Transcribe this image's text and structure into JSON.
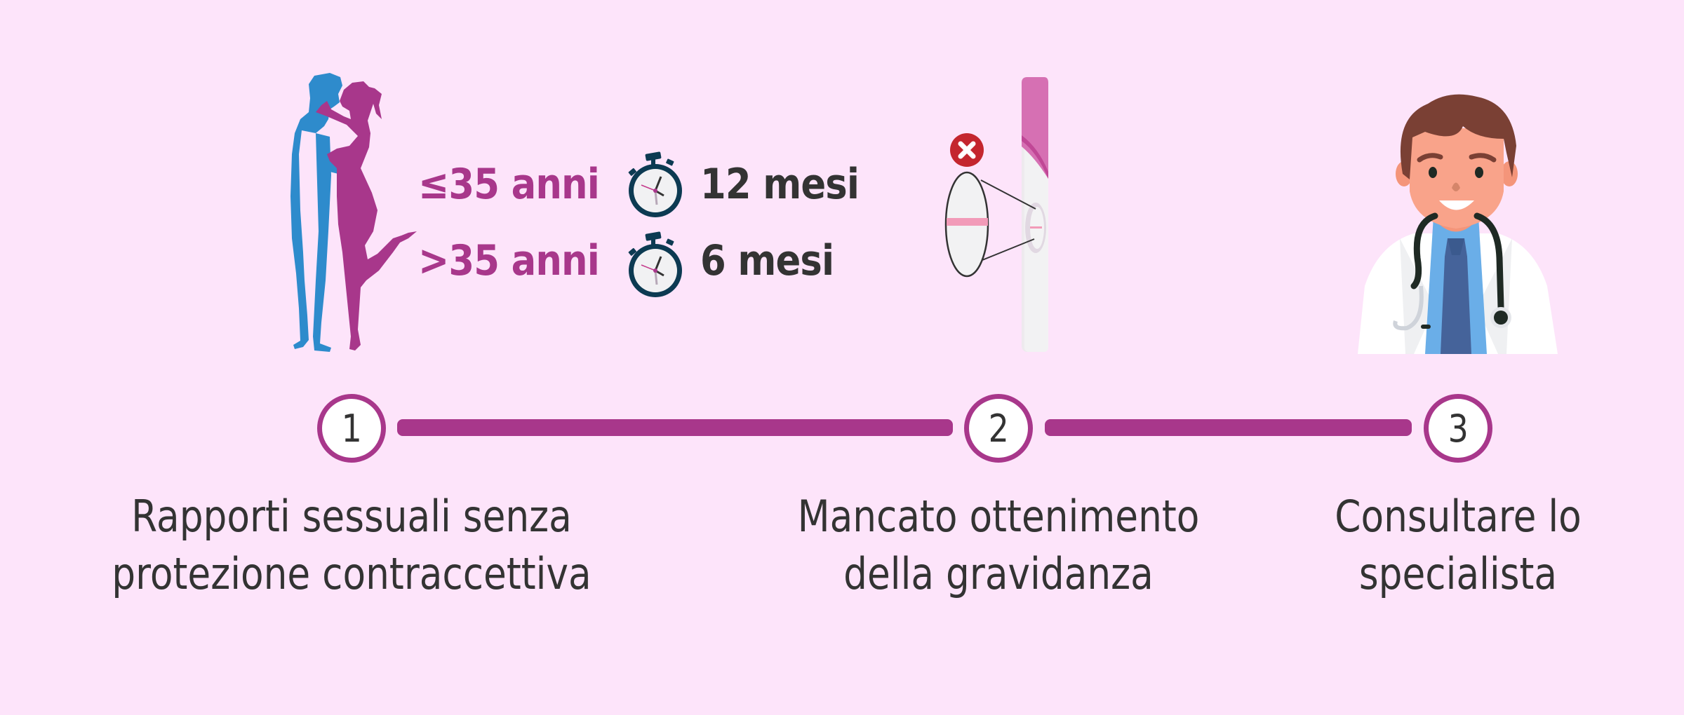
{
  "colors": {
    "background": "#fde4fa",
    "accent": "#a8378b",
    "text": "#333333",
    "man": "#2e8bcc",
    "woman": "#a8378b",
    "stopwatch": "#0c3a52",
    "error_badge": "#c4262e"
  },
  "conditions": [
    {
      "age": "≤35 anni",
      "icon": "stopwatch-icon",
      "duration": "12 mesi"
    },
    {
      "age": ">35 anni",
      "icon": "stopwatch-icon",
      "duration": "6 mesi"
    }
  ],
  "illustrations": {
    "step1": "couple-kissing-icon",
    "step2": "negative-pregnancy-test-icon",
    "step3": "doctor-icon"
  },
  "steps": [
    {
      "number": "1",
      "caption_lines": [
        "Rapporti sessuali senza",
        "protezione contraccettiva"
      ]
    },
    {
      "number": "2",
      "caption_lines": [
        "Mancato ottenimento",
        "della gravidanza"
      ]
    },
    {
      "number": "3",
      "caption_lines": [
        "Consultare lo",
        "specialista"
      ]
    }
  ]
}
